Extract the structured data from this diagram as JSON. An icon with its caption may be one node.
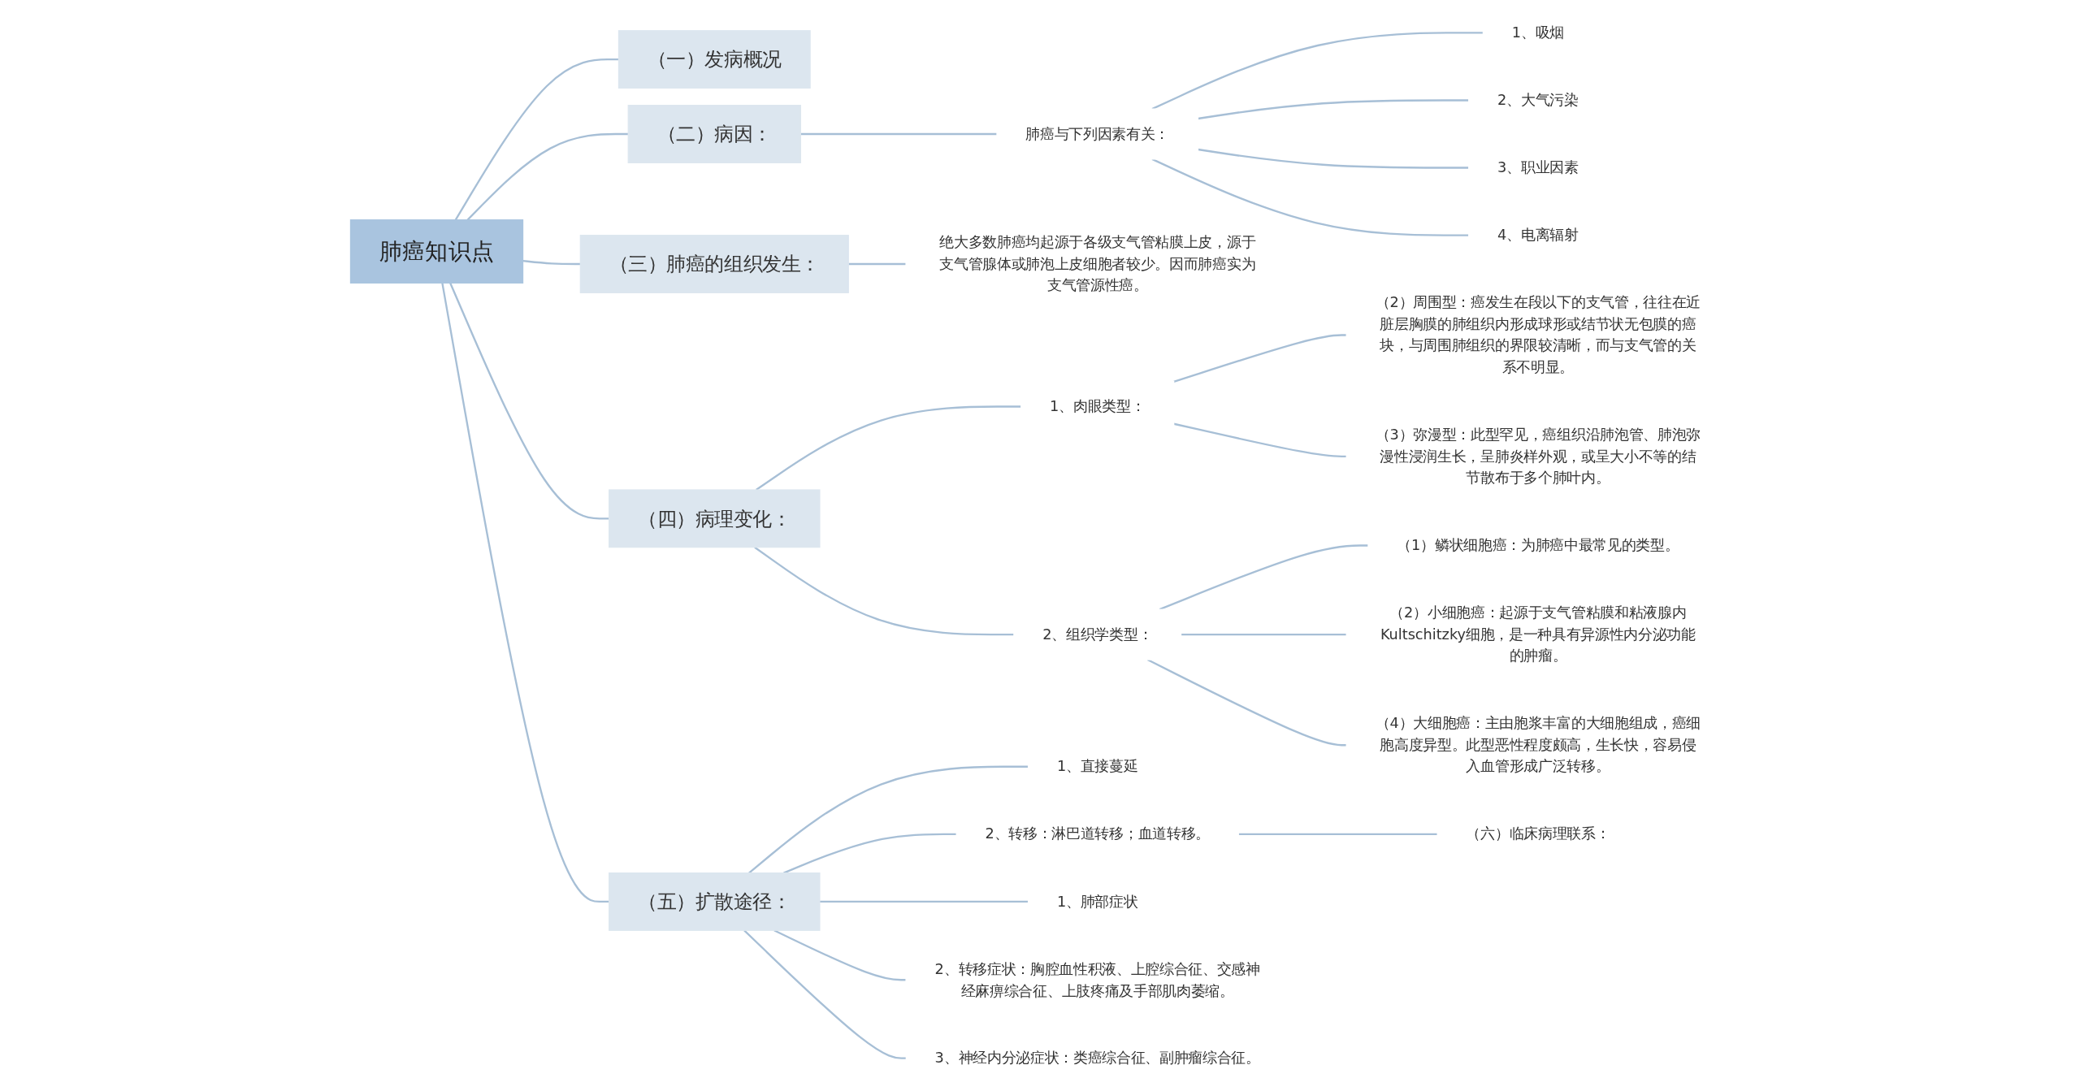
{
  "diagram": {
    "nodes": [
      {
        "text": [
          "肺癌知识点"
        ]
      },
      {
        "text": [
          "（一）发病概况"
        ]
      },
      {
        "text": [
          "（二）病因："
        ]
      },
      {
        "text": [
          "肺癌与下列因素有关："
        ]
      },
      {
        "text": [
          "1、吸烟"
        ]
      },
      {
        "text": [
          "2、大气污染"
        ]
      },
      {
        "text": [
          "3、职业因素"
        ]
      },
      {
        "text": [
          "4、电离辐射"
        ]
      },
      {
        "text": [
          "（三）肺癌的组织发生："
        ]
      },
      {
        "text": [
          "绝大多数肺癌均起源于各级支气管粘膜上皮，源于支气管腺体或肺泡上皮细胞者较少。因而肺癌实为支气管源性癌。"
        ]
      },
      {
        "text": [
          "（四）病理变化："
        ]
      },
      {
        "text": [
          "1、肉眼类型："
        ]
      },
      {
        "text": [
          "（2）周围型：癌发生在段以下的支气管，往往在近脏层胸膜的肺组织内形成球形或结节状无包膜的癌块，与周围肺组织的界限较清晰，而与支气管的关系不明显。"
        ]
      },
      {
        "text": [
          "（3）弥漫型：此型罕见，癌组织沿肺泡管、肺泡弥漫性浸润生长，呈肺炎样外观，或呈大小不等的结节散布于多个肺叶内。"
        ]
      },
      {
        "text": [
          "2、组织学类型："
        ]
      },
      {
        "text": [
          "（1）鳞状细胞癌：为肺癌中最常见的类型。"
        ]
      },
      {
        "text": [
          "（2）小细胞癌：起源于支气管粘膜和粘液腺内Kultschitzky细胞，是一种具有异源性内分泌功能的肿瘤。"
        ]
      },
      {
        "text": [
          "（4）大细胞癌：主由胞浆丰富的大细胞组成，癌细胞高度异型。此型恶性程度颇高，生长快，容易侵入血管形成广泛转移。"
        ]
      },
      {
        "text": [
          "（五）扩散途径："
        ]
      },
      {
        "text": [
          "1、直接蔓延"
        ]
      },
      {
        "text": [
          "2、转移：淋巴道转移；血道转移。"
        ]
      },
      {
        "text": [
          "（六）临床病理联系："
        ]
      },
      {
        "text": [
          "1、肺部症状"
        ]
      },
      {
        "text": [
          "2、转移症状：胸腔血性积液、上腔综合征、交感神经麻痹综合征、上肢疼痛及手部肌肉萎缩。"
        ]
      },
      {
        "text": [
          "3、神经内分泌症状：类癌综合征、副肿瘤综合征。"
        ]
      }
    ],
    "edges": [
      {
        "from": 0,
        "to": 2,
        "arrow": "none"
      },
      {
        "from": 2,
        "to": 3,
        "arrow": "none"
      },
      {
        "from": 3,
        "to": 4,
        "arrow": "none"
      },
      {
        "from": 3,
        "to": 5,
        "arrow": "none"
      },
      {
        "from": 3,
        "to": 6,
        "arrow": "none"
      },
      {
        "from": 3,
        "to": 7,
        "arrow": "none"
      },
      {
        "from": 0,
        "to": 10,
        "arrow": "none"
      },
      {
        "from": 10,
        "to": 11,
        "arrow": "none"
      },
      {
        "from": 11,
        "to": 12,
        "arrow": "none"
      },
      {
        "from": 11,
        "to": 13,
        "arrow": "none"
      },
      {
        "from": 10,
        "to": 14,
        "arrow": "none"
      },
      {
        "from": 14,
        "to": 15,
        "arrow": "none"
      },
      {
        "from": 14,
        "to": 16,
        "arrow": "none"
      },
      {
        "from": 14,
        "to": 17,
        "arrow": "none"
      },
      {
        "from": 0,
        "to": 1,
        "arrow": "none"
      },
      {
        "from": 0,
        "to": 8,
        "arrow": "none"
      },
      {
        "from": 8,
        "to": 9,
        "arrow": "none"
      },
      {
        "from": 0,
        "to": 18,
        "arrow": "none"
      },
      {
        "from": 18,
        "to": 19,
        "arrow": "none"
      },
      {
        "from": 18,
        "to": 20,
        "arrow": "none"
      },
      {
        "from": 20,
        "to": 21,
        "arrow": "none"
      },
      {
        "from": 18,
        "to": 22,
        "arrow": "none"
      },
      {
        "from": 18,
        "to": 23,
        "arrow": "none"
      },
      {
        "from": 18,
        "to": 24,
        "arrow": "none"
      }
    ]
  }
}
